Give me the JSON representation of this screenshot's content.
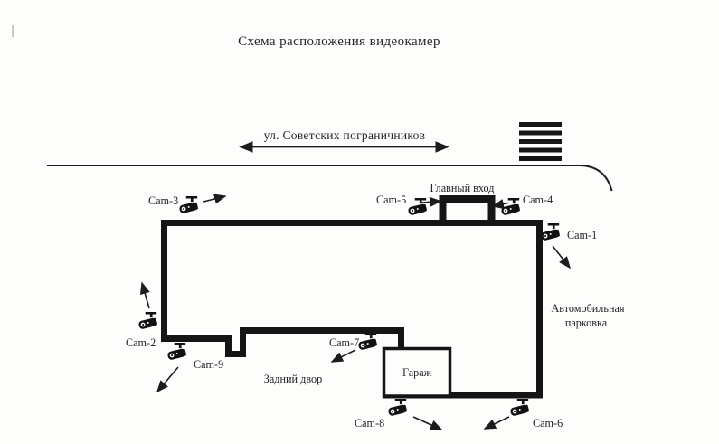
{
  "title": "Схема расположения видеокамер",
  "street": {
    "label": "ул. Советских пограничников"
  },
  "areas": {
    "main_entrance": "Главный вход",
    "parking_line1": "Автомобильная",
    "parking_line2": "парковка",
    "backyard": "Задний двор",
    "garage": "Гараж"
  },
  "cameras": [
    {
      "id": "cam-1",
      "label": "Cam-1"
    },
    {
      "id": "cam-2",
      "label": "Cam-2"
    },
    {
      "id": "cam-3",
      "label": "Cam-3"
    },
    {
      "id": "cam-4",
      "label": "Cam-4"
    },
    {
      "id": "cam-5",
      "label": "Cam-5"
    },
    {
      "id": "cam-6",
      "label": "Cam-6"
    },
    {
      "id": "cam-7",
      "label": "Cam-7"
    },
    {
      "id": "cam-8",
      "label": "Cam-8"
    },
    {
      "id": "cam-9",
      "label": "Cam-9"
    }
  ],
  "colors": {
    "ink": "#1c1c1c",
    "paper": "#fdfdfc"
  }
}
